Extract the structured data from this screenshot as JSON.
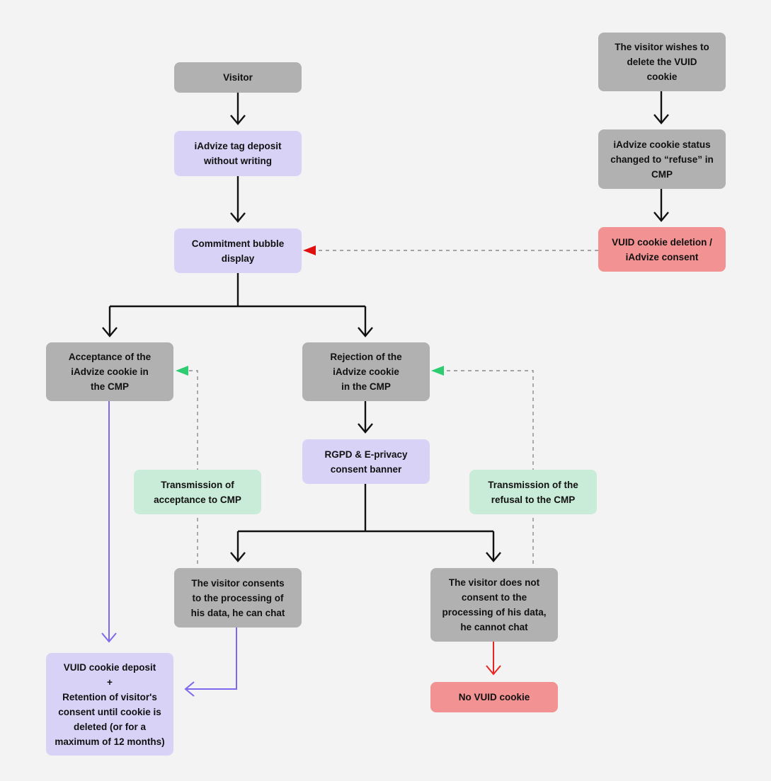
{
  "nodes": {
    "visitor": "Visitor",
    "tag_deposit": "iAdvize tag deposit\nwithout writing",
    "commitment_bubble": "Commitment bubble\ndisplay",
    "acceptance": "Acceptance of the\niAdvize cookie in\nthe CMP",
    "rejection": "Rejection of the\niAdvize cookie\nin the CMP",
    "consent_banner": "RGPD & E-privacy\nconsent banner",
    "transmission_acceptance": "Transmission of\nacceptance to CMP",
    "transmission_refusal": "Transmission of the\nrefusal to the CMP",
    "visitor_consents": "The visitor consents\nto the processing of\nhis data, he can chat",
    "visitor_not_consent": "The visitor does not\nconsent to the\nprocessing of his data,\nhe cannot chat",
    "vuid_deposit": "VUID cookie deposit\n+\nRetention of visitor's\nconsent until cookie is\ndeleted (or for a\nmaximum of 12 months)",
    "no_vuid": "No VUID cookie",
    "delete_wish": "The visitor wishes to\ndelete the VUID\ncookie",
    "cookie_status": "iAdvize cookie status\nchanged to “refuse” in\nCMP",
    "vuid_deletion": "VUID cookie deletion /\niAdvize consent"
  },
  "colors": {
    "gray": "#b1b1b1",
    "purple": "#d9d2f7",
    "green": "#c9ecd9",
    "red": "#f29292",
    "arrow_black": "#111111",
    "arrow_purple": "#7b68ee",
    "arrow_red": "#e8231f",
    "arrowhead_green": "#2ecc71",
    "arrowhead_red": "#e01010",
    "dashed": "#8a8a8a",
    "background": "#f3f3f3"
  }
}
